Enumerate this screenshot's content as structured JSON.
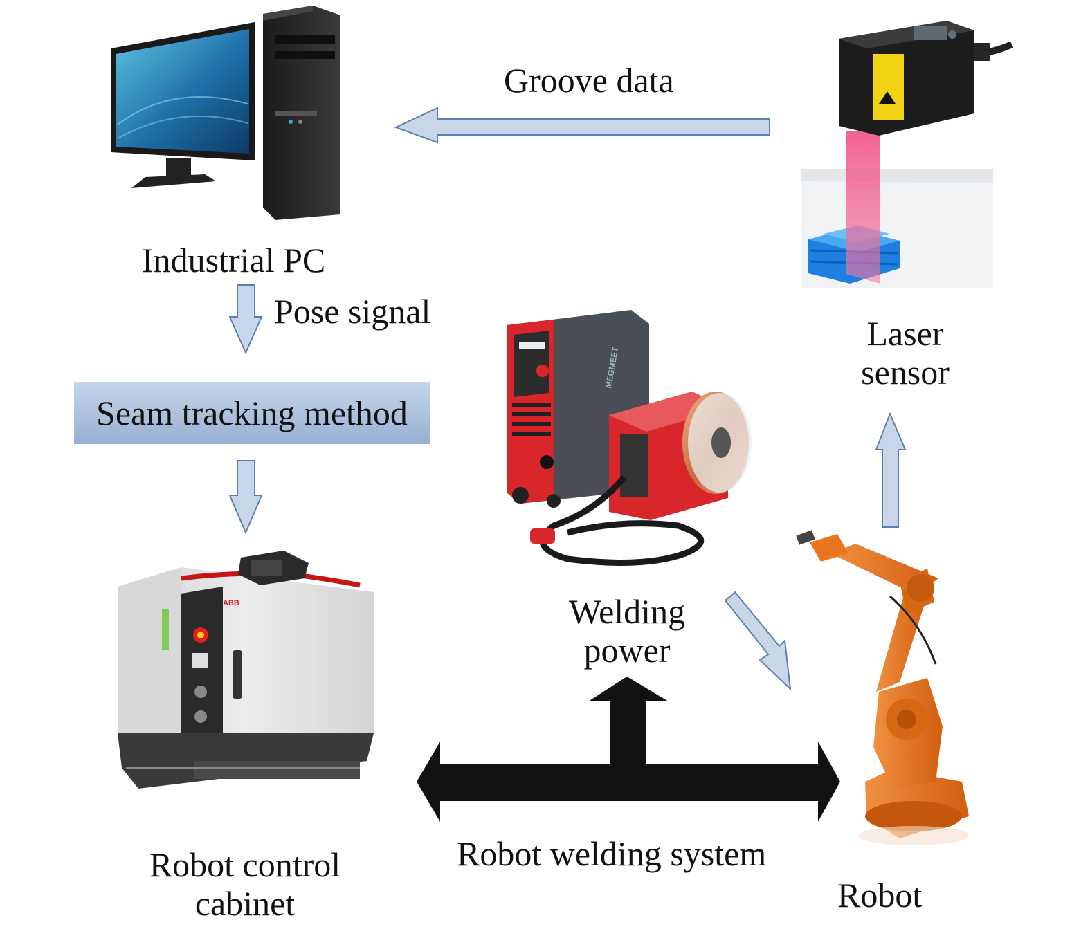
{
  "labels": {
    "industrial_pc": "Industrial PC",
    "groove_data": "Groove data",
    "pose_signal": "Pose signal",
    "seam_tracking_method": "Seam tracking method",
    "laser_sensor_line1": "Laser",
    "laser_sensor_line2": "sensor",
    "welding_power_line1": "Welding",
    "welding_power_line2": "power",
    "robot_control_line1": "Robot control",
    "robot_control_line2": "cabinet",
    "robot_welding_system": "Robot welding system",
    "robot": "Robot",
    "cabinet_brand": "ABB",
    "welder_brand": "MEGMEET"
  },
  "colors": {
    "flow_arrow_fill": "#c9d6ea",
    "flow_arrow_stroke": "#5d7fae",
    "method_box_top": "#c3d2e8",
    "method_box_bottom": "#98b1d3",
    "system_arrow": "#111111",
    "laser_beam": "#e8306e",
    "robot_orange": "#e8761e",
    "welder_red": "#d9262a"
  }
}
